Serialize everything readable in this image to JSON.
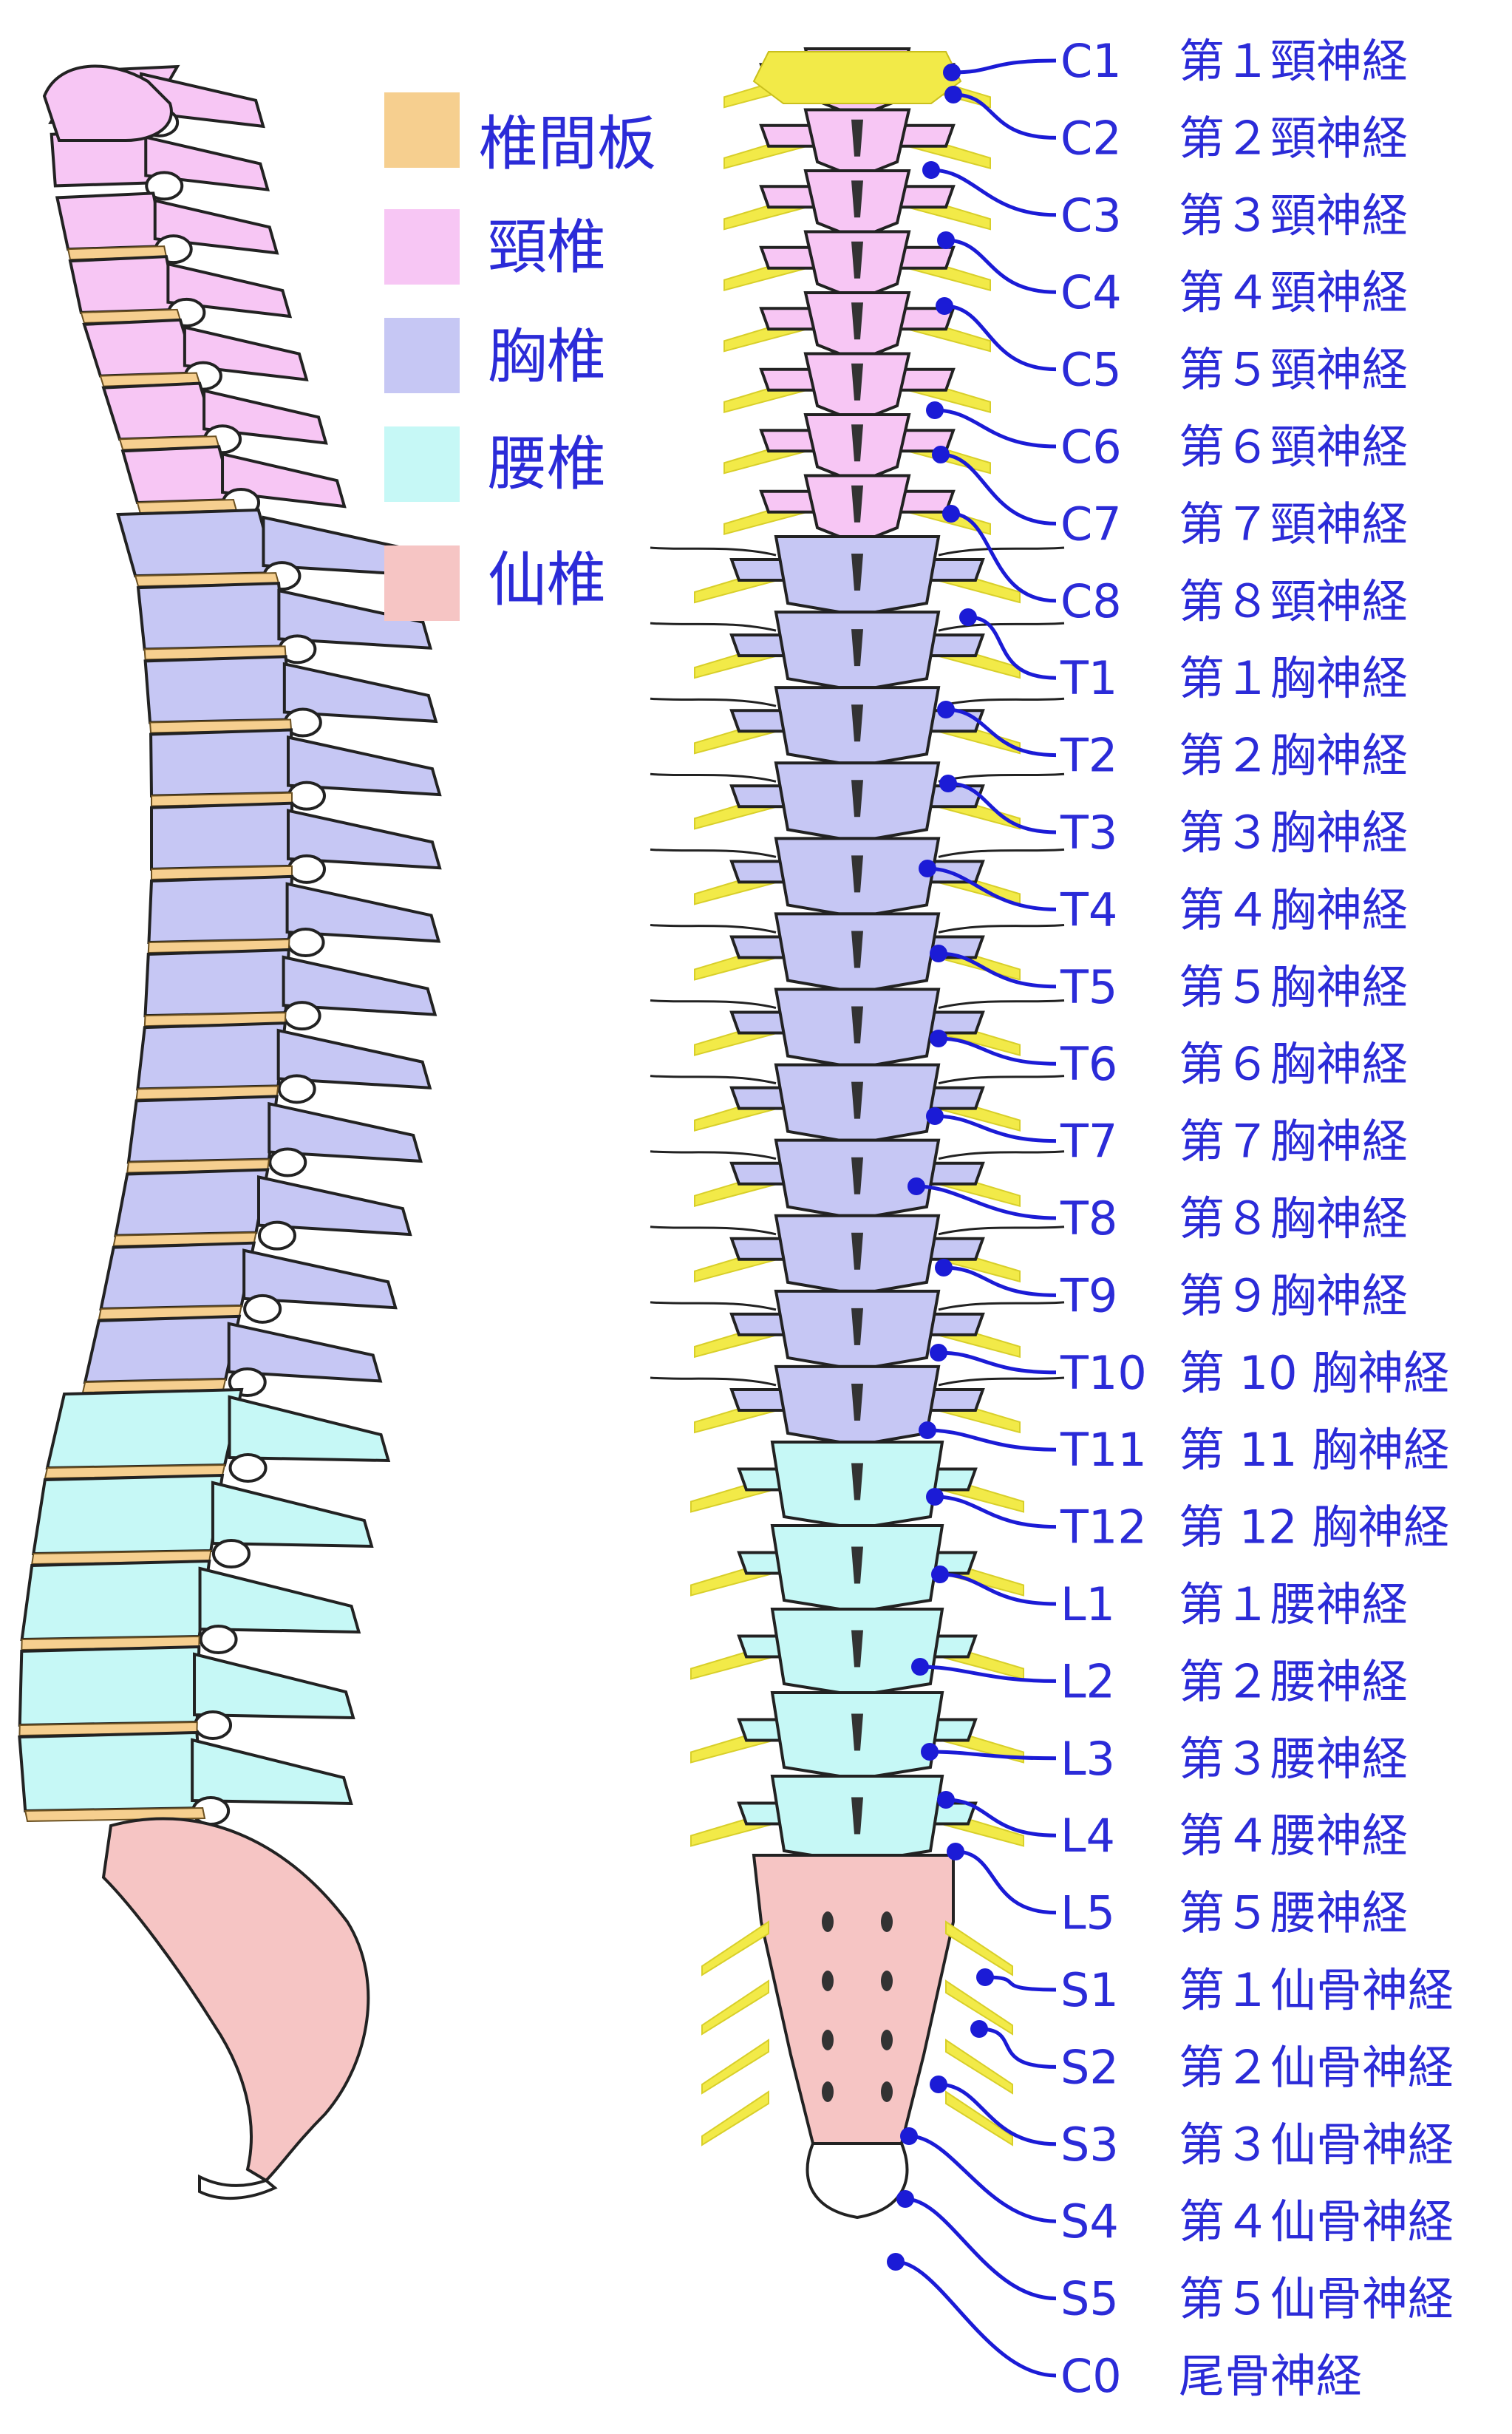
{
  "colors": {
    "disc": "#f6cf8f",
    "cervical": "#f7c6f4",
    "thoracic": "#c6c7f4",
    "lumbar": "#c6f8f6",
    "sacral": "#f6c5c4",
    "nerve_yellow": "#f2ea48",
    "label_blue": "#2b2bd8"
  },
  "legend": [
    {
      "label": "椎間板",
      "color_key": "disc"
    },
    {
      "label": "頸椎",
      "color_key": "cervical"
    },
    {
      "label": "胸椎",
      "color_key": "thoracic"
    },
    {
      "label": "腰椎",
      "color_key": "lumbar"
    },
    {
      "label": "仙椎",
      "color_key": "sacral"
    }
  ],
  "nerves": [
    {
      "code": "C1",
      "name": "第１頸神経"
    },
    {
      "code": "C2",
      "name": "第２頸神経"
    },
    {
      "code": "C3",
      "name": "第３頸神経"
    },
    {
      "code": "C4",
      "name": "第４頸神経"
    },
    {
      "code": "C5",
      "name": "第５頸神経"
    },
    {
      "code": "C6",
      "name": "第６頸神経"
    },
    {
      "code": "C7",
      "name": "第７頸神経"
    },
    {
      "code": "C8",
      "name": "第８頸神経"
    },
    {
      "code": "T1",
      "name": "第１胸神経"
    },
    {
      "code": "T2",
      "name": "第２胸神経"
    },
    {
      "code": "T3",
      "name": "第３胸神経"
    },
    {
      "code": "T4",
      "name": "第４胸神経"
    },
    {
      "code": "T5",
      "name": "第５胸神経"
    },
    {
      "code": "T6",
      "name": "第６胸神経"
    },
    {
      "code": "T7",
      "name": "第７胸神経"
    },
    {
      "code": "T8",
      "name": "第８胸神経"
    },
    {
      "code": "T9",
      "name": "第９胸神経"
    },
    {
      "code": "T10",
      "name": "第 10 胸神経"
    },
    {
      "code": "T11",
      "name": "第 11 胸神経"
    },
    {
      "code": "T12",
      "name": "第 12 胸神経"
    },
    {
      "code": "L1",
      "name": "第１腰神経"
    },
    {
      "code": "L2",
      "name": "第２腰神経"
    },
    {
      "code": "L3",
      "name": "第３腰神経"
    },
    {
      "code": "L4",
      "name": "第４腰神経"
    },
    {
      "code": "L5",
      "name": "第５腰神経"
    },
    {
      "code": "S1",
      "name": "第１仙骨神経"
    },
    {
      "code": "S2",
      "name": "第２仙骨神経"
    },
    {
      "code": "S3",
      "name": "第３仙骨神経"
    },
    {
      "code": "S4",
      "name": "第４仙骨神経"
    },
    {
      "code": "S5",
      "name": "第５仙骨神経"
    },
    {
      "code": "C0",
      "name": "尾骨神経"
    }
  ]
}
